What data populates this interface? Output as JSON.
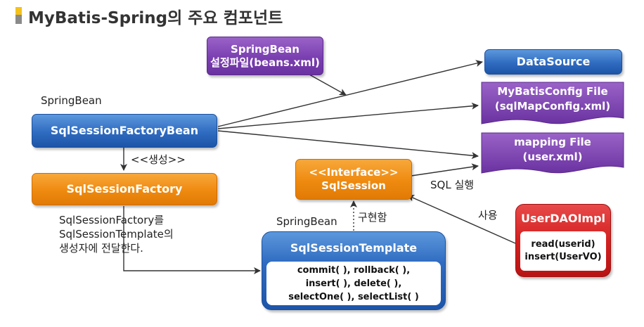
{
  "title": "MyBatis-Spring의 주요 컴포넌트",
  "nodes": {
    "springbean_config": {
      "line1": "SpringBean",
      "line2": "설정파일(beans.xml)"
    },
    "datasource": {
      "label": "DataSource"
    },
    "mybatis_config": {
      "line1": "MyBatisConfig File",
      "line2": "(sqlMapConfig.xml)"
    },
    "mapping_file": {
      "line1": "mapping File",
      "line2": "(user.xml)"
    },
    "factory_bean": {
      "label": "SqlSessionFactoryBean",
      "caption": "SpringBean"
    },
    "factory": {
      "label": "SqlSessionFactory"
    },
    "sqlsession": {
      "line1": "<<Interface>>",
      "line2": "SqlSession"
    },
    "template": {
      "label": "SqlSessionTemplate",
      "caption": "SpringBean",
      "methods": [
        "commit(   ), rollback(   ),",
        "insert(   ), delete(   ),",
        "selectOne(   ), selectList(   )"
      ]
    },
    "dao": {
      "label": "UserDAOImpl",
      "methods": [
        "read(userid)",
        "insert(UserVO)"
      ]
    }
  },
  "edge_labels": {
    "create": "<<생성>>",
    "implements": "구현함",
    "sql_exec": "SQL 실행",
    "uses": "사용"
  },
  "note": [
    "SqlSessionFactory를",
    "SqlSessionTemplate의",
    "생성자에 전달한다."
  ],
  "colors": {
    "blue": "#2f6bc0",
    "orange": "#ef8a10",
    "purple": "#7a3fb0",
    "red": "#d42020"
  }
}
